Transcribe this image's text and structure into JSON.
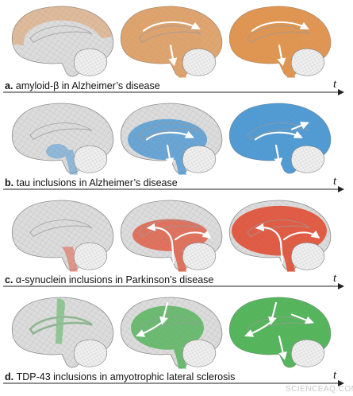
{
  "rows": [
    {
      "id": "a",
      "letter": "a.",
      "label": "amyloid-β in Alzheimer’s disease",
      "color": "#e08a3c",
      "stages": [
        0.25,
        0.7,
        1.0
      ]
    },
    {
      "id": "b",
      "letter": "b.",
      "label": "tau inclusions in Alzheimer’s disease",
      "color": "#3a8fd1",
      "stages": [
        0.35,
        0.75,
        1.0
      ]
    },
    {
      "id": "c",
      "letter": "c.",
      "label": "α-synuclein inclusions in Parkinson’s disease",
      "color": "#e0472c",
      "stages": [
        0.35,
        0.75,
        1.0
      ]
    },
    {
      "id": "d",
      "letter": "d.",
      "label": "TDP-43 inclusions in amyotrophic lateral sclerosis",
      "color": "#3fae48",
      "stages": [
        0.35,
        0.75,
        1.0
      ]
    }
  ],
  "axis_label": "t",
  "watermark": "SCIENCEAQ.COM"
}
